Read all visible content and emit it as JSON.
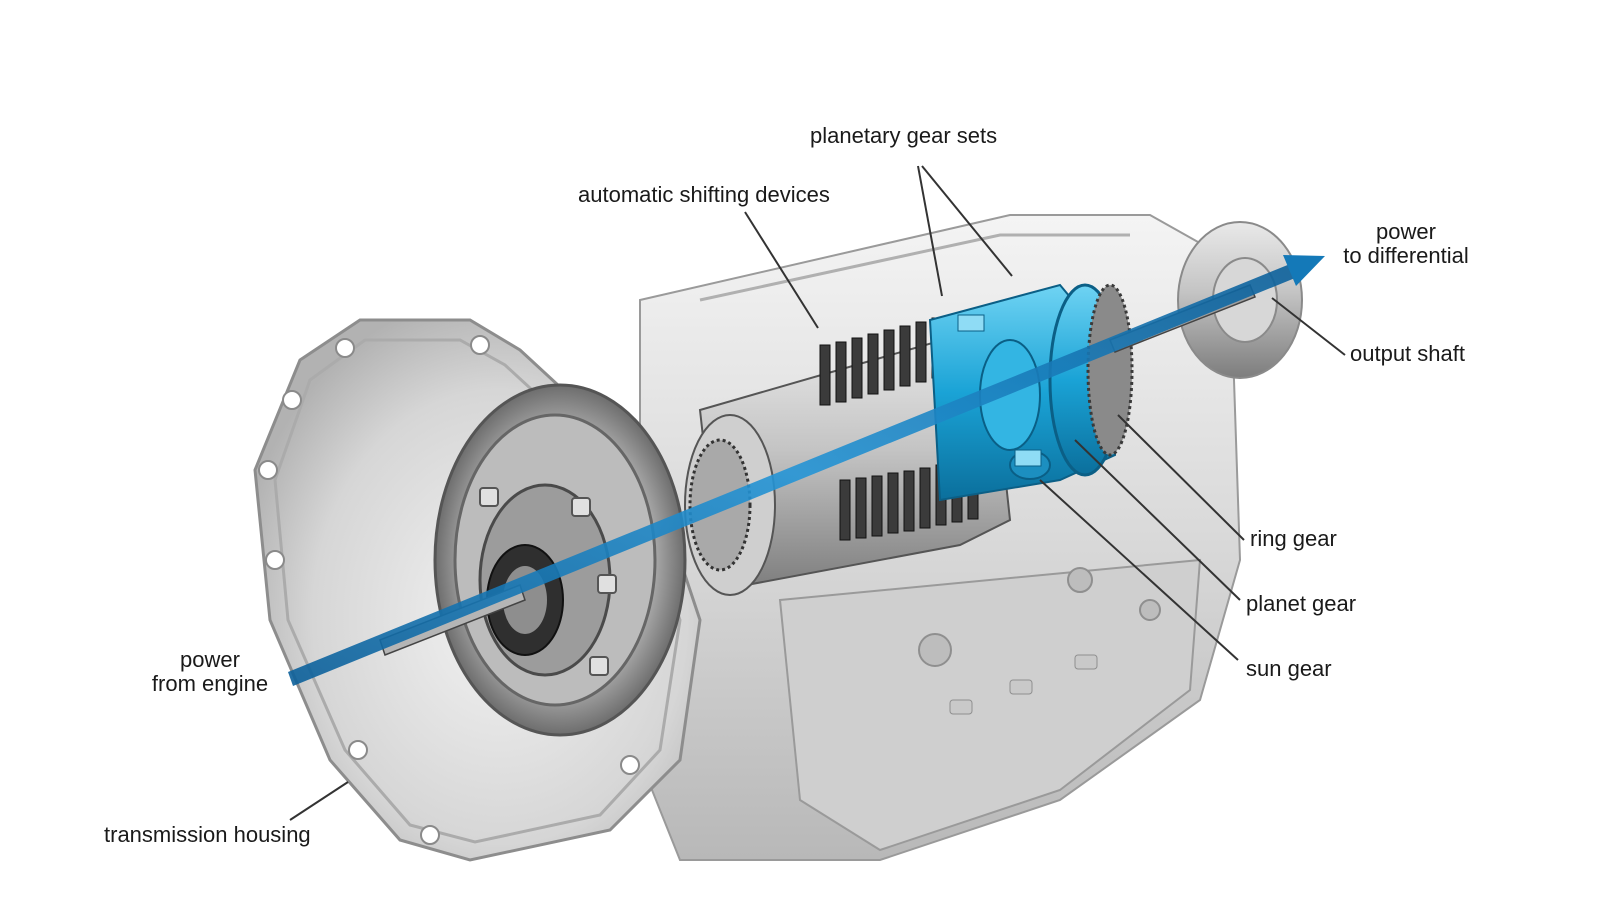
{
  "labels": {
    "planetary_gear_sets": "planetary gear sets",
    "automatic_shifting_devices": "automatic shifting devices",
    "power_to_differential": [
      "power",
      "to differential"
    ],
    "output_shaft": "output shaft",
    "ring_gear": "ring gear",
    "planet_gear": "planet gear",
    "sun_gear": "sun gear",
    "power_from_engine": [
      "power",
      "from engine"
    ],
    "transmission_housing": "transmission housing"
  },
  "colors": {
    "background": "#ffffff",
    "housing": "#dcdcdc",
    "housing_shadow": "#a9a9a9",
    "gear_blue": "#1fa8d8",
    "power_flow": "#1479b8",
    "leader_line": "#333333",
    "text": "#1a1a1a"
  }
}
